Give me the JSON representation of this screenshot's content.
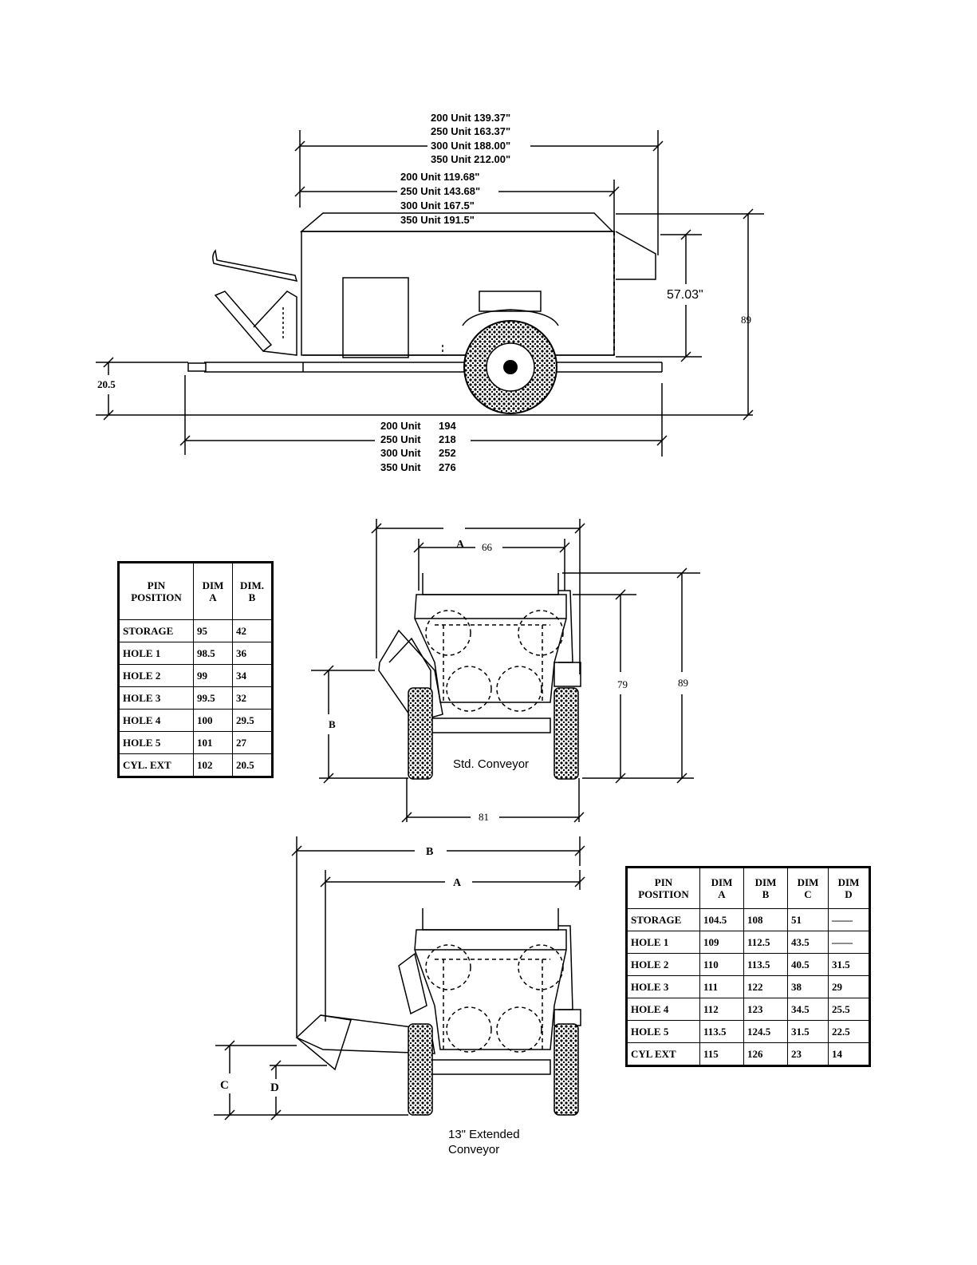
{
  "side_view": {
    "length_overall": [
      "200 Unit 139.37\"",
      "250 Unit 163.37\"",
      "300 Unit 188.00\"",
      "350 Unit  212.00\""
    ],
    "length_body": [
      "200 Unit 119.68\"",
      "250 Unit 143.68\"",
      "300 Unit 167.5\"",
      "350 Unit 191.5\""
    ],
    "body_height": "57.03\"",
    "overall_height": "89",
    "hitch_height": "20.5",
    "length_total_units": [
      "200 Unit",
      "250 Unit",
      "300 Unit",
      "350 Unit"
    ],
    "length_total_values": [
      "194",
      "218",
      "252",
      "276"
    ]
  },
  "rear_view_std": {
    "dim_a": "A",
    "width_inner": "66",
    "height_79": "79",
    "height_89": "89",
    "dim_b": "B",
    "track_width": "81",
    "caption": "Std. Conveyor"
  },
  "rear_view_ext": {
    "dim_b": "B",
    "dim_a": "A",
    "dim_c": "C",
    "dim_d": "D",
    "caption_line1": "13\" Extended",
    "caption_line2": "Conveyor"
  },
  "table_std": {
    "headers": [
      [
        "PIN",
        "POSITION"
      ],
      [
        "DIM",
        "A"
      ],
      [
        "DIM.",
        "B"
      ]
    ],
    "rows": [
      [
        "STORAGE",
        "95",
        "42"
      ],
      [
        "HOLE  1",
        "98.5",
        "36"
      ],
      [
        "HOLE  2",
        "99",
        "34"
      ],
      [
        "HOLE  3",
        "99.5",
        "32"
      ],
      [
        "HOLE  4",
        "100",
        "29.5"
      ],
      [
        "HOLE  5",
        "101",
        "27"
      ],
      [
        "CYL. EXT",
        "102",
        "20.5"
      ]
    ]
  },
  "table_ext": {
    "headers": [
      [
        "PIN",
        "POSITION"
      ],
      [
        "DIM",
        "A"
      ],
      [
        "DIM",
        "B"
      ],
      [
        "DIM",
        "C"
      ],
      [
        "DIM",
        "D"
      ]
    ],
    "rows": [
      [
        "STORAGE",
        "104.5",
        "108",
        "51",
        "——"
      ],
      [
        "HOLE  1",
        "109",
        "112.5",
        "43.5",
        "——"
      ],
      [
        "HOLE  2",
        "110",
        "113.5",
        "40.5",
        "31.5"
      ],
      [
        "HOLE  3",
        "111",
        "122",
        "38",
        "29"
      ],
      [
        "HOLE  4",
        "112",
        "123",
        "34.5",
        "25.5"
      ],
      [
        "HOLE  5",
        "113.5",
        "124.5",
        "31.5",
        "22.5"
      ],
      [
        "CYL EXT",
        "115",
        "126",
        "23",
        "14"
      ]
    ]
  }
}
